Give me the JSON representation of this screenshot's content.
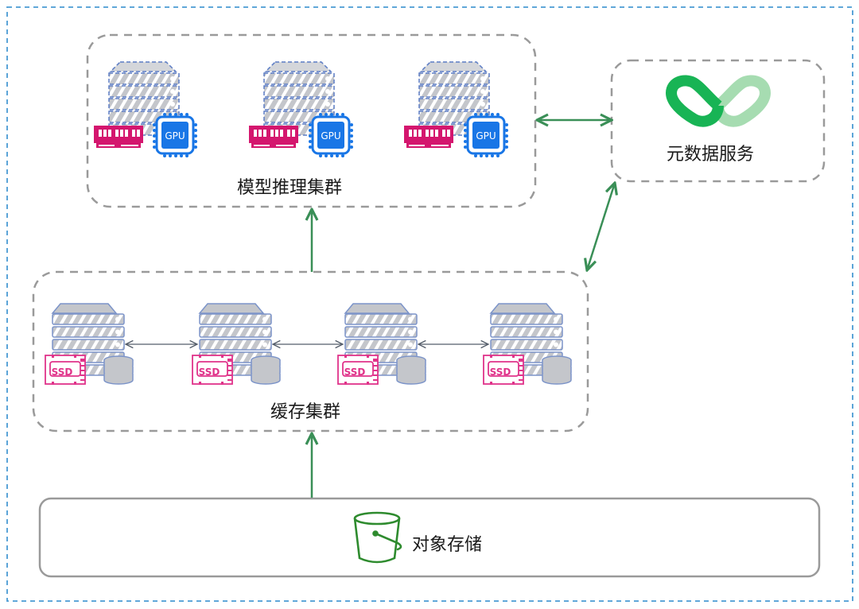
{
  "nodes": {
    "inference_cluster": {
      "label": "模型推理集群",
      "servers": 3,
      "server_badge": "GPU"
    },
    "metadata_service": {
      "label": "元数据服务"
    },
    "cache_cluster": {
      "label": "缓存集群",
      "servers": 4,
      "server_badge": "SSD"
    },
    "object_storage": {
      "label": "对象存储"
    }
  },
  "edges": [
    {
      "from": "inference_cluster",
      "to": "metadata_service",
      "type": "bidirectional"
    },
    {
      "from": "cache_cluster",
      "to": "metadata_service",
      "type": "bidirectional"
    },
    {
      "from": "cache_cluster",
      "to": "inference_cluster",
      "type": "directed"
    },
    {
      "from": "object_storage",
      "to": "cache_cluster",
      "type": "directed"
    },
    {
      "from": "cache_server_1",
      "to": "cache_server_2",
      "type": "bidirectional"
    },
    {
      "from": "cache_server_2",
      "to": "cache_server_3",
      "type": "bidirectional"
    },
    {
      "from": "cache_server_3",
      "to": "cache_server_4",
      "type": "bidirectional"
    }
  ],
  "colors": {
    "outer_border": "#4a9bd4",
    "group_border": "#9a9a9a",
    "arrow_green": "#3a8f57",
    "peer_arrow": "#555e6b",
    "server_fill": "#c4c6cb",
    "server_stroke": "#7c94c9",
    "gpu_blue": "#1976e6",
    "memory_magenta": "#d4166e",
    "ssd_magenta": "#e0338a",
    "logo_dark_green": "#18b455",
    "logo_light_green": "#a6dcb1",
    "bucket_green": "#2e8b2e"
  }
}
